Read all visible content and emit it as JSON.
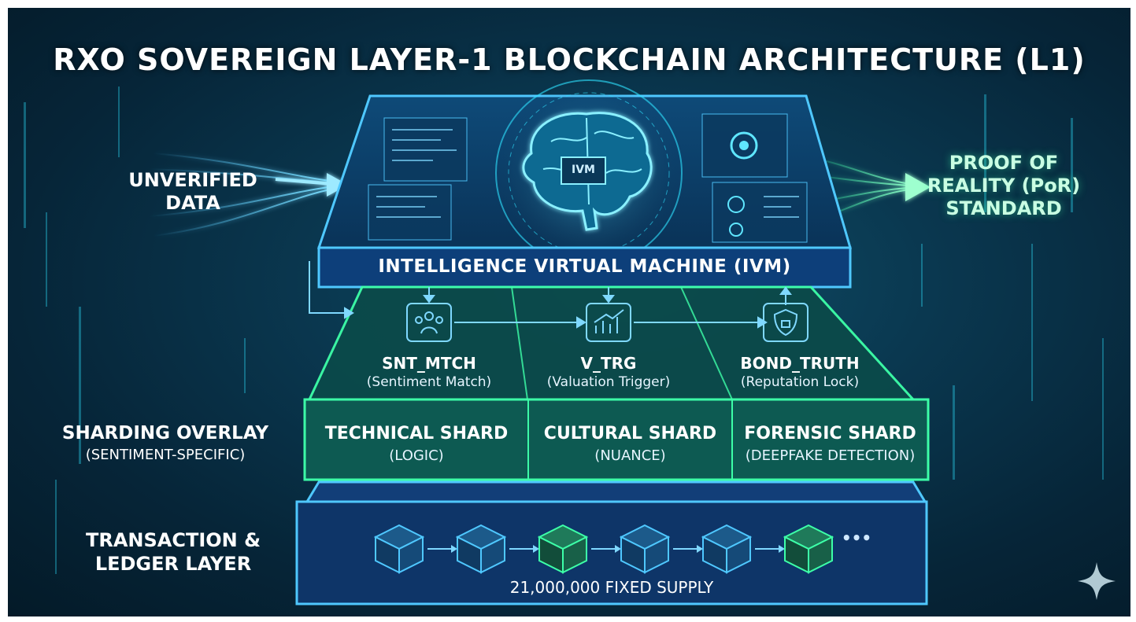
{
  "title": "RXO SOVEREIGN LAYER-1 BLOCKCHAIN ARCHITECTURE (L1)",
  "input": {
    "line1": "UNVERIFIED",
    "line2": "DATA"
  },
  "output": {
    "line1": "PROOF OF",
    "line2": "REALITY (PoR)",
    "line3": "STANDARD"
  },
  "ivm": {
    "label": "INTELLIGENCE VIRTUAL MACHINE (IVM)",
    "chip": "IVM"
  },
  "functions": [
    {
      "code": "SNT_MTCH",
      "desc": "(Sentiment Match)",
      "icon": "people-icon"
    },
    {
      "code": "V_TRG",
      "desc": "(Valuation Trigger)",
      "icon": "growth-chart-icon"
    },
    {
      "code": "BOND_TRUTH",
      "desc": "(Reputation Lock)",
      "icon": "shield-lock-icon"
    }
  ],
  "sharding": {
    "label": "SHARDING OVERLAY",
    "sublabel": "(SENTIMENT-SPECIFIC)",
    "shards": [
      {
        "name": "TECHNICAL SHARD",
        "desc": "(LOGIC)"
      },
      {
        "name": "CULTURAL SHARD",
        "desc": "(NUANCE)"
      },
      {
        "name": "FORENSIC SHARD",
        "desc": "(DEEPFAKE DETECTION)"
      }
    ]
  },
  "ledger": {
    "line1": "TRANSACTION &",
    "line2": "LEDGER LAYER",
    "supply": "21,000,000 FIXED SUPPLY",
    "ellipsis": "•••",
    "block_count": 6
  },
  "colors": {
    "blue_accent": "#4fc8ff",
    "green_accent": "#3dffa8",
    "cyan_glow": "#2fe3ff",
    "bg_dark": "#062538"
  }
}
